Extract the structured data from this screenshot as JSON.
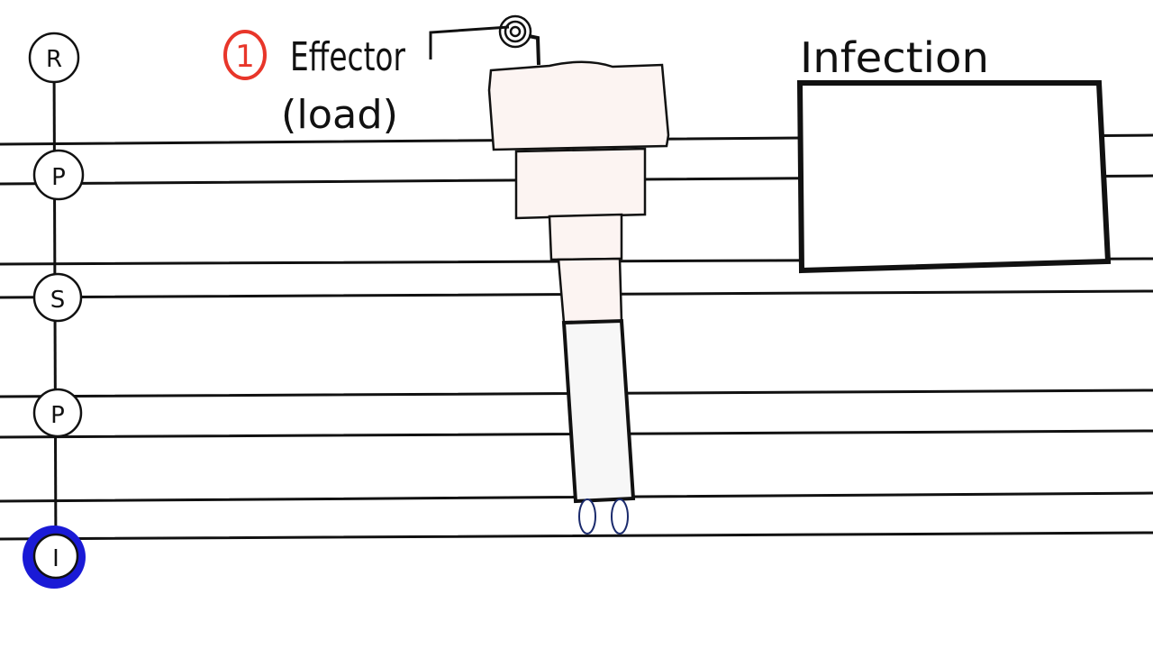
{
  "stages": [
    {
      "letter": "R",
      "active": false
    },
    {
      "letter": "P",
      "active": false
    },
    {
      "letter": "S",
      "active": false
    },
    {
      "letter": "P",
      "active": false
    },
    {
      "letter": "I",
      "active": true
    }
  ],
  "step": {
    "number": "1",
    "color": "#e8362a"
  },
  "effector": {
    "line1": "Effector",
    "line2": "(load)"
  },
  "infection_label": "Infection",
  "colors": {
    "active_stage": "#1a1ad6",
    "ink": "#111111",
    "tower_fill": "#fcf4f2",
    "stem_fill": "#f7f7f7",
    "feet": "#1a2a6c"
  }
}
